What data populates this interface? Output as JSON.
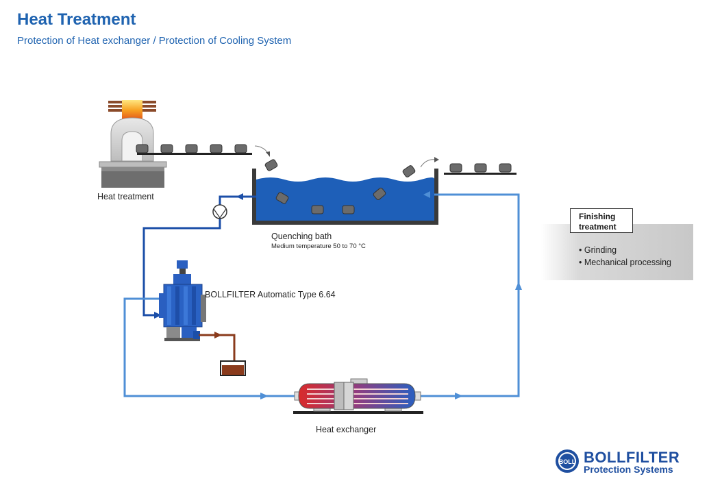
{
  "header": {
    "title": "Heat Treatment",
    "subtitle": "Protection of Heat exchanger / Protection of Cooling System"
  },
  "labels": {
    "heat_treatment": "Heat treatment",
    "quenching_bath": "Quenching bath",
    "quenching_temp": "Medium temperature 50 to 70 °C",
    "bollfilter": "BOLLFILTER Automatic Type 6.64",
    "heat_exchanger": "Heat exchanger"
  },
  "finishing": {
    "title_line1": "Finishing",
    "title_line2": "treatment",
    "items": [
      "• Grinding",
      "• Mechanical processing"
    ]
  },
  "logo": {
    "brand": "BOLLFILTER",
    "tagline": "Protection Systems",
    "emblem": "BOLL"
  },
  "colors": {
    "brand_blue": "#1f63b0",
    "water_blue": "#1e5fb8",
    "pipe_light": "#4f8fd6",
    "pipe_dark": "#1c4fa8",
    "sludge": "#8a3b1c",
    "hot_red": "#d93030"
  }
}
